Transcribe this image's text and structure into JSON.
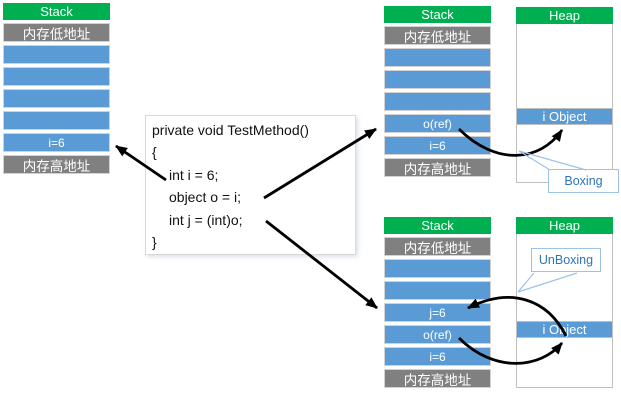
{
  "colors": {
    "header_green": "#00B050",
    "cell_blue": "#5B9BD5",
    "cell_gray": "#808080",
    "callout_border": "#9DC3E6",
    "callout_text": "#2E75B6",
    "arrow_black": "#000000"
  },
  "stack_left": {
    "title": "Stack",
    "rows": [
      {
        "label": "内存低地址"
      },
      {
        "label": ""
      },
      {
        "label": ""
      },
      {
        "label": ""
      },
      {
        "label": ""
      },
      {
        "label": "i=6"
      },
      {
        "label": "内存高地址"
      }
    ]
  },
  "stack_top": {
    "title": "Stack",
    "rows": [
      {
        "label": "内存低地址"
      },
      {
        "label": ""
      },
      {
        "label": ""
      },
      {
        "label": ""
      },
      {
        "label": "o(ref)"
      },
      {
        "label": "i=6"
      },
      {
        "label": "内存高地址"
      }
    ]
  },
  "stack_bottom": {
    "title": "Stack",
    "rows": [
      {
        "label": "内存低地址"
      },
      {
        "label": ""
      },
      {
        "label": ""
      },
      {
        "label": "j=6"
      },
      {
        "label": "o(ref)"
      },
      {
        "label": "i=6"
      },
      {
        "label": "内存高地址"
      }
    ]
  },
  "heap_top": {
    "title": "Heap",
    "object_label": "i Object",
    "callout": "Boxing"
  },
  "heap_bottom": {
    "title": "Heap",
    "object_label": "i Object",
    "callout": "UnBoxing"
  },
  "code_box": {
    "lines": [
      "private void TestMethod()",
      "{",
      "int i = 6;",
      "object o = i;",
      "int j = (int)o;",
      "}"
    ]
  }
}
